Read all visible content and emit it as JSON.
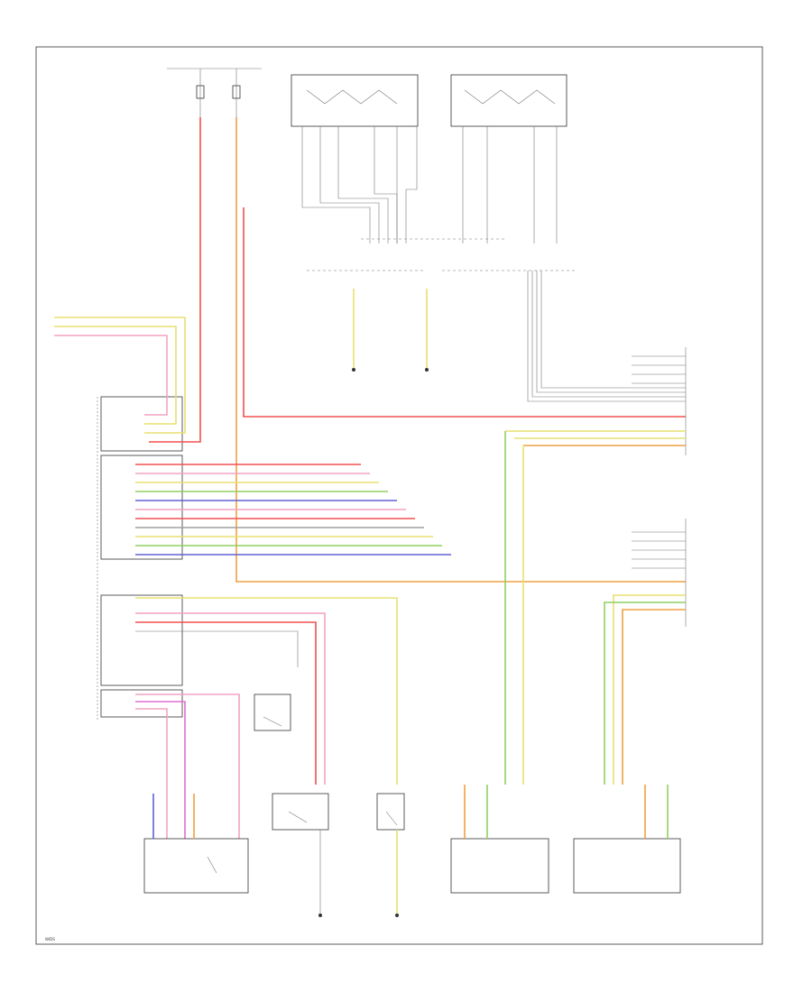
{
  "footer": {
    "code": "W/DS"
  },
  "colors": {
    "red": "#f05050",
    "pink": "#f2a3c3",
    "magenta": "#e070d0",
    "orange": "#f0a040",
    "yellow": "#e8e070",
    "green": "#90d060",
    "blue": "#6060d0",
    "grey": "#a0a0a0"
  },
  "icons": [
    "ground-symbol",
    "switch-contact-symbol",
    "connector-pin-symbol"
  ]
}
